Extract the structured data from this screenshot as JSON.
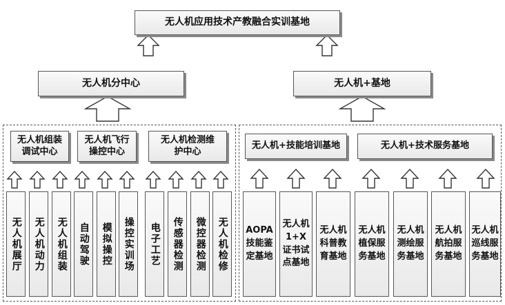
{
  "top": "无人机应用技术产教融合实训基地",
  "left_center": "无人机分中心",
  "right_center": "无人机+基地",
  "left_groups": [
    {
      "title": "无人机组装调试中心",
      "items": [
        "无人机展厅",
        "无人机动力",
        "无人机组装"
      ]
    },
    {
      "title": "无人机飞行操控中心",
      "items": [
        "自动驾驶",
        "模拟操控",
        "操控实训场"
      ]
    },
    {
      "title": "无人机检测维护中心",
      "items": [
        "电子工艺",
        "传感器检测",
        "微控器检测",
        "无人机检修"
      ]
    }
  ],
  "right_groups": [
    {
      "title": "无人机+技能培训基地",
      "items": [
        "AOPA技能鉴定基地",
        "无人机1+X证书试点基地",
        "无人机科普教育基地"
      ]
    },
    {
      "title": "无人机+技术服务基地",
      "items": [
        "无人机植保服务基地",
        "无人机测绘服务基地",
        "无人机航拍服务基地",
        "无人机巡线服务基地"
      ]
    }
  ]
}
